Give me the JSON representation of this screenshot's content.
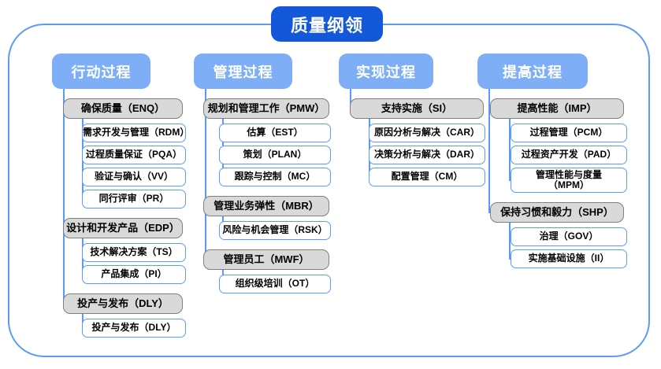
{
  "title": "质量纲领",
  "frame": {
    "border_color": "#5B9BF8"
  },
  "palette": {
    "root_fill": "#1358D8",
    "header_fill": "#7EAEF5",
    "level2_fill": "#D9D9D9",
    "level2_border": "#7F7F7F",
    "level3_fill": "#FFFFFF",
    "level3_border": "#5B9BF8",
    "connector": "#5B9BF8"
  },
  "columns": [
    {
      "header": "行动过程",
      "groups": [
        {
          "label": "确保质量（ENQ）",
          "children": [
            "需求开发与管理（RDM）",
            "过程质量保证（PQA）",
            "验证与确认（VV）",
            "同行评审（PR）"
          ]
        },
        {
          "label": "设计和开发产品（EDP）",
          "children": [
            "技术解决方案（TS）",
            "产品集成（PI）"
          ]
        },
        {
          "label": "投产与发布（DLY）",
          "children": [
            "投产与发布（DLY）"
          ]
        }
      ]
    },
    {
      "header": "管理过程",
      "groups": [
        {
          "label": "规划和管理工作（PMW）",
          "children": [
            "估算（EST）",
            "策划（PLAN）",
            "跟踪与控制（MC）"
          ]
        },
        {
          "label": "管理业务弹性（MBR）",
          "children": [
            "风险与机会管理（RSK）"
          ]
        },
        {
          "label": "管理员工（MWF）",
          "children": [
            "组织级培训（OT）"
          ]
        }
      ]
    },
    {
      "header": "实现过程",
      "groups": [
        {
          "label": "支持实施（SI）",
          "children": [
            "原因分析与解决（CAR）",
            "决策分析与解决（DAR）",
            "配置管理（CM）"
          ]
        }
      ]
    },
    {
      "header": "提高过程",
      "groups": [
        {
          "label": "提高性能（IMP）",
          "children": [
            "过程管理（PCM）",
            "过程资产开发（PAD）",
            "管理性能与度量\n（MPM）"
          ]
        },
        {
          "label": "保持习惯和毅力（SHP）",
          "children": [
            "治理（GOV）",
            "实施基础设施（II）"
          ]
        }
      ]
    }
  ]
}
